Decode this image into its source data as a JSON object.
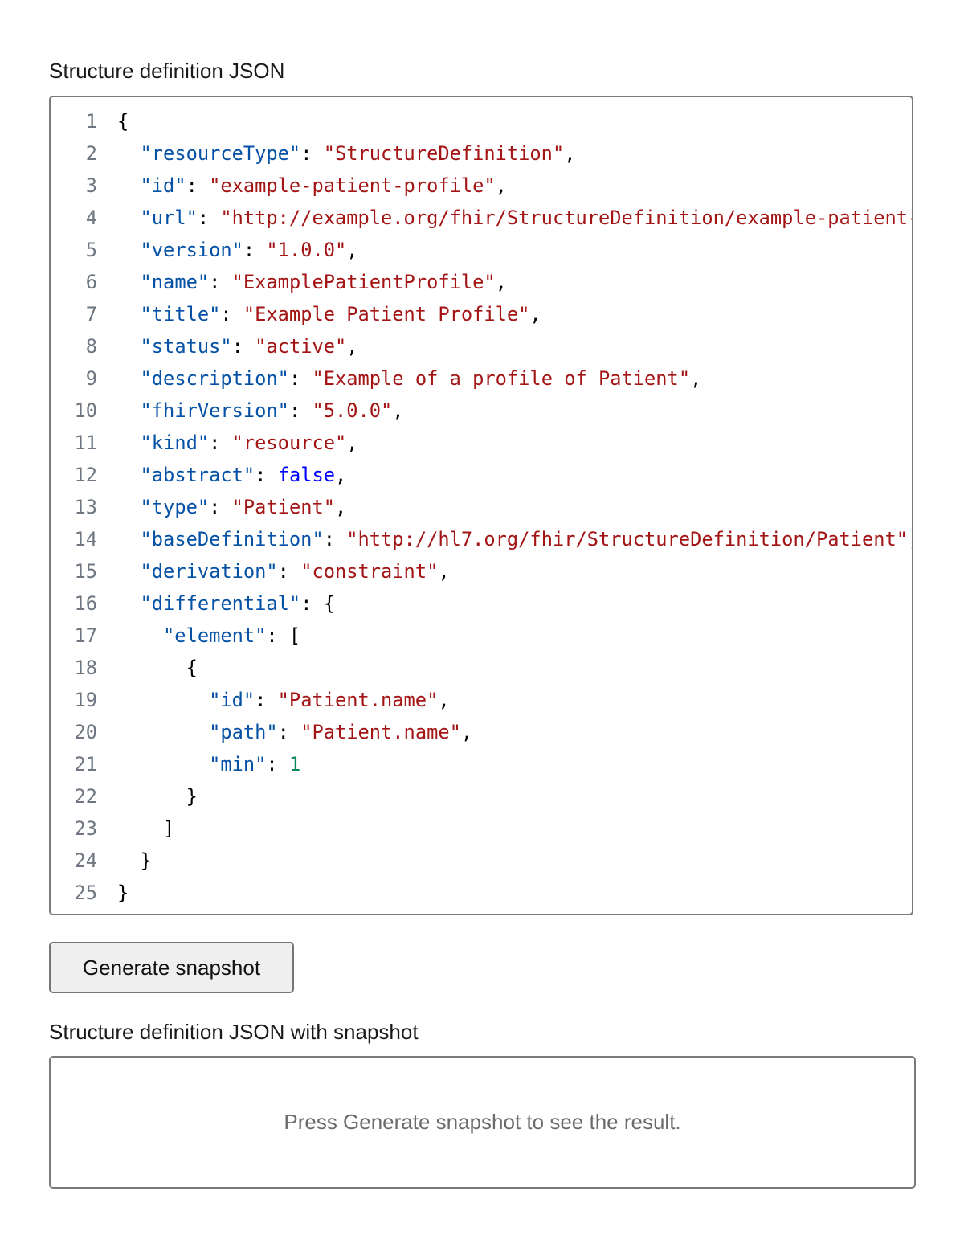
{
  "input_label": "Structure definition JSON",
  "editor": {
    "lines": [
      {
        "num": "1",
        "tokens": [
          {
            "t": "punct",
            "text": "{"
          }
        ]
      },
      {
        "num": "2",
        "tokens": [
          {
            "t": "punct",
            "text": "  "
          },
          {
            "t": "key",
            "text": "\"resourceType\""
          },
          {
            "t": "punct",
            "text": ": "
          },
          {
            "t": "str",
            "text": "\"StructureDefinition\""
          },
          {
            "t": "punct",
            "text": ","
          }
        ]
      },
      {
        "num": "3",
        "tokens": [
          {
            "t": "punct",
            "text": "  "
          },
          {
            "t": "key",
            "text": "\"id\""
          },
          {
            "t": "punct",
            "text": ": "
          },
          {
            "t": "str",
            "text": "\"example-patient-profile\""
          },
          {
            "t": "punct",
            "text": ","
          }
        ]
      },
      {
        "num": "4",
        "tokens": [
          {
            "t": "punct",
            "text": "  "
          },
          {
            "t": "key",
            "text": "\"url\""
          },
          {
            "t": "punct",
            "text": ": "
          },
          {
            "t": "str",
            "text": "\"http://example.org/fhir/StructureDefinition/example-patient-profile\""
          },
          {
            "t": "punct",
            "text": ","
          }
        ]
      },
      {
        "num": "5",
        "tokens": [
          {
            "t": "punct",
            "text": "  "
          },
          {
            "t": "key",
            "text": "\"version\""
          },
          {
            "t": "punct",
            "text": ": "
          },
          {
            "t": "str",
            "text": "\"1.0.0\""
          },
          {
            "t": "punct",
            "text": ","
          }
        ]
      },
      {
        "num": "6",
        "tokens": [
          {
            "t": "punct",
            "text": "  "
          },
          {
            "t": "key",
            "text": "\"name\""
          },
          {
            "t": "punct",
            "text": ": "
          },
          {
            "t": "str",
            "text": "\"ExamplePatientProfile\""
          },
          {
            "t": "punct",
            "text": ","
          }
        ]
      },
      {
        "num": "7",
        "tokens": [
          {
            "t": "punct",
            "text": "  "
          },
          {
            "t": "key",
            "text": "\"title\""
          },
          {
            "t": "punct",
            "text": ": "
          },
          {
            "t": "str",
            "text": "\"Example Patient Profile\""
          },
          {
            "t": "punct",
            "text": ","
          }
        ]
      },
      {
        "num": "8",
        "tokens": [
          {
            "t": "punct",
            "text": "  "
          },
          {
            "t": "key",
            "text": "\"status\""
          },
          {
            "t": "punct",
            "text": ": "
          },
          {
            "t": "str",
            "text": "\"active\""
          },
          {
            "t": "punct",
            "text": ","
          }
        ]
      },
      {
        "num": "9",
        "tokens": [
          {
            "t": "punct",
            "text": "  "
          },
          {
            "t": "key",
            "text": "\"description\""
          },
          {
            "t": "punct",
            "text": ": "
          },
          {
            "t": "str",
            "text": "\"Example of a profile of Patient\""
          },
          {
            "t": "punct",
            "text": ","
          }
        ]
      },
      {
        "num": "10",
        "tokens": [
          {
            "t": "punct",
            "text": "  "
          },
          {
            "t": "key",
            "text": "\"fhirVersion\""
          },
          {
            "t": "punct",
            "text": ": "
          },
          {
            "t": "str",
            "text": "\"5.0.0\""
          },
          {
            "t": "punct",
            "text": ","
          }
        ]
      },
      {
        "num": "11",
        "tokens": [
          {
            "t": "punct",
            "text": "  "
          },
          {
            "t": "key",
            "text": "\"kind\""
          },
          {
            "t": "punct",
            "text": ": "
          },
          {
            "t": "str",
            "text": "\"resource\""
          },
          {
            "t": "punct",
            "text": ","
          }
        ]
      },
      {
        "num": "12",
        "tokens": [
          {
            "t": "punct",
            "text": "  "
          },
          {
            "t": "key",
            "text": "\"abstract\""
          },
          {
            "t": "punct",
            "text": ": "
          },
          {
            "t": "bool",
            "text": "false"
          },
          {
            "t": "punct",
            "text": ","
          }
        ]
      },
      {
        "num": "13",
        "tokens": [
          {
            "t": "punct",
            "text": "  "
          },
          {
            "t": "key",
            "text": "\"type\""
          },
          {
            "t": "punct",
            "text": ": "
          },
          {
            "t": "str",
            "text": "\"Patient\""
          },
          {
            "t": "punct",
            "text": ","
          }
        ]
      },
      {
        "num": "14",
        "tokens": [
          {
            "t": "punct",
            "text": "  "
          },
          {
            "t": "key",
            "text": "\"baseDefinition\""
          },
          {
            "t": "punct",
            "text": ": "
          },
          {
            "t": "str",
            "text": "\"http://hl7.org/fhir/StructureDefinition/Patient\""
          },
          {
            "t": "punct",
            "text": ","
          }
        ]
      },
      {
        "num": "15",
        "tokens": [
          {
            "t": "punct",
            "text": "  "
          },
          {
            "t": "key",
            "text": "\"derivation\""
          },
          {
            "t": "punct",
            "text": ": "
          },
          {
            "t": "str",
            "text": "\"constraint\""
          },
          {
            "t": "punct",
            "text": ","
          }
        ]
      },
      {
        "num": "16",
        "tokens": [
          {
            "t": "punct",
            "text": "  "
          },
          {
            "t": "key",
            "text": "\"differential\""
          },
          {
            "t": "punct",
            "text": ": {"
          }
        ]
      },
      {
        "num": "17",
        "tokens": [
          {
            "t": "punct",
            "text": "    "
          },
          {
            "t": "key",
            "text": "\"element\""
          },
          {
            "t": "punct",
            "text": ": ["
          }
        ]
      },
      {
        "num": "18",
        "tokens": [
          {
            "t": "punct",
            "text": "      {"
          }
        ]
      },
      {
        "num": "19",
        "tokens": [
          {
            "t": "punct",
            "text": "        "
          },
          {
            "t": "key",
            "text": "\"id\""
          },
          {
            "t": "punct",
            "text": ": "
          },
          {
            "t": "str",
            "text": "\"Patient.name\""
          },
          {
            "t": "punct",
            "text": ","
          }
        ]
      },
      {
        "num": "20",
        "tokens": [
          {
            "t": "punct",
            "text": "        "
          },
          {
            "t": "key",
            "text": "\"path\""
          },
          {
            "t": "punct",
            "text": ": "
          },
          {
            "t": "str",
            "text": "\"Patient.name\""
          },
          {
            "t": "punct",
            "text": ","
          }
        ]
      },
      {
        "num": "21",
        "tokens": [
          {
            "t": "punct",
            "text": "        "
          },
          {
            "t": "key",
            "text": "\"min\""
          },
          {
            "t": "punct",
            "text": ": "
          },
          {
            "t": "num",
            "text": "1"
          }
        ]
      },
      {
        "num": "22",
        "tokens": [
          {
            "t": "punct",
            "text": "      }"
          }
        ]
      },
      {
        "num": "23",
        "tokens": [
          {
            "t": "punct",
            "text": "    ]"
          }
        ]
      },
      {
        "num": "24",
        "tokens": [
          {
            "t": "punct",
            "text": "  }"
          }
        ]
      },
      {
        "num": "25",
        "tokens": [
          {
            "t": "punct",
            "text": "}"
          }
        ]
      }
    ]
  },
  "generate_button_label": "Generate snapshot",
  "output_label": "Structure definition JSON with snapshot",
  "output_placeholder": "Press Generate snapshot to see the result.",
  "colors": {
    "key": "#0451a5",
    "string": "#a31515",
    "boolean": "#0000ff",
    "number": "#098658"
  }
}
